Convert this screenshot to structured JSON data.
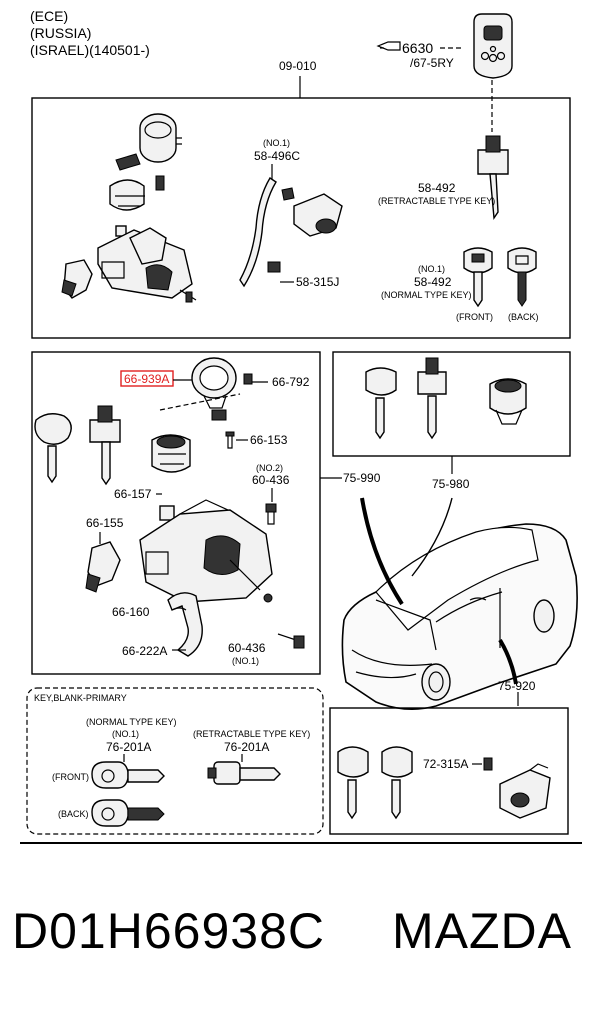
{
  "header": {
    "region_lines": [
      "(ECE)",
      "(RUSSIA)",
      "(ISRAEL)(140501-)"
    ],
    "ref_6630": "6630",
    "ref_6630_sub": "/67-5RY",
    "ref_09_010": "09-010"
  },
  "top_box": {
    "no1": "(NO.1)",
    "p58_496c": "58-496C",
    "p58_492": "58-492",
    "retractable_key": "(RETRACTABLE TYPE KEY)",
    "p58_315j": "58-315J",
    "no1_b": "(NO.1)",
    "p58_492_b": "58-492",
    "normal_key": "(NORMAL TYPE KEY)",
    "front": "(FRONT)",
    "back": "(BACK)"
  },
  "middle_left": {
    "p66_939a": "66-939A",
    "p66_792": "66-792",
    "p66_153": "66-153",
    "no2": "(NO.2)",
    "p60_436": "60-436",
    "p66_157": "66-157",
    "p66_155": "66-155",
    "p66_160": "66-160",
    "p66_222a": "66-222A",
    "p60_436_b": "60-436",
    "no1": "(NO.1)",
    "p75_990": "75-990"
  },
  "middle_right": {
    "p75_980": "75-980",
    "p75_920": "75-920"
  },
  "key_blank": {
    "title": "KEY,BLANK-PRIMARY",
    "normal_key": "(NORMAL TYPE KEY)",
    "no1": "(NO.1)",
    "p76_201a": "76-201A",
    "retractable_key": "(RETRACTABLE TYPE KEY)",
    "p76_201a_b": "76-201A",
    "front": "(FRONT)",
    "back": "(BACK)"
  },
  "bottom_right": {
    "p72_315a": "72-315A"
  },
  "highlight_color": "#e02020",
  "footer": {
    "part_number": "D01H66938C",
    "brand": "MAZDA"
  }
}
